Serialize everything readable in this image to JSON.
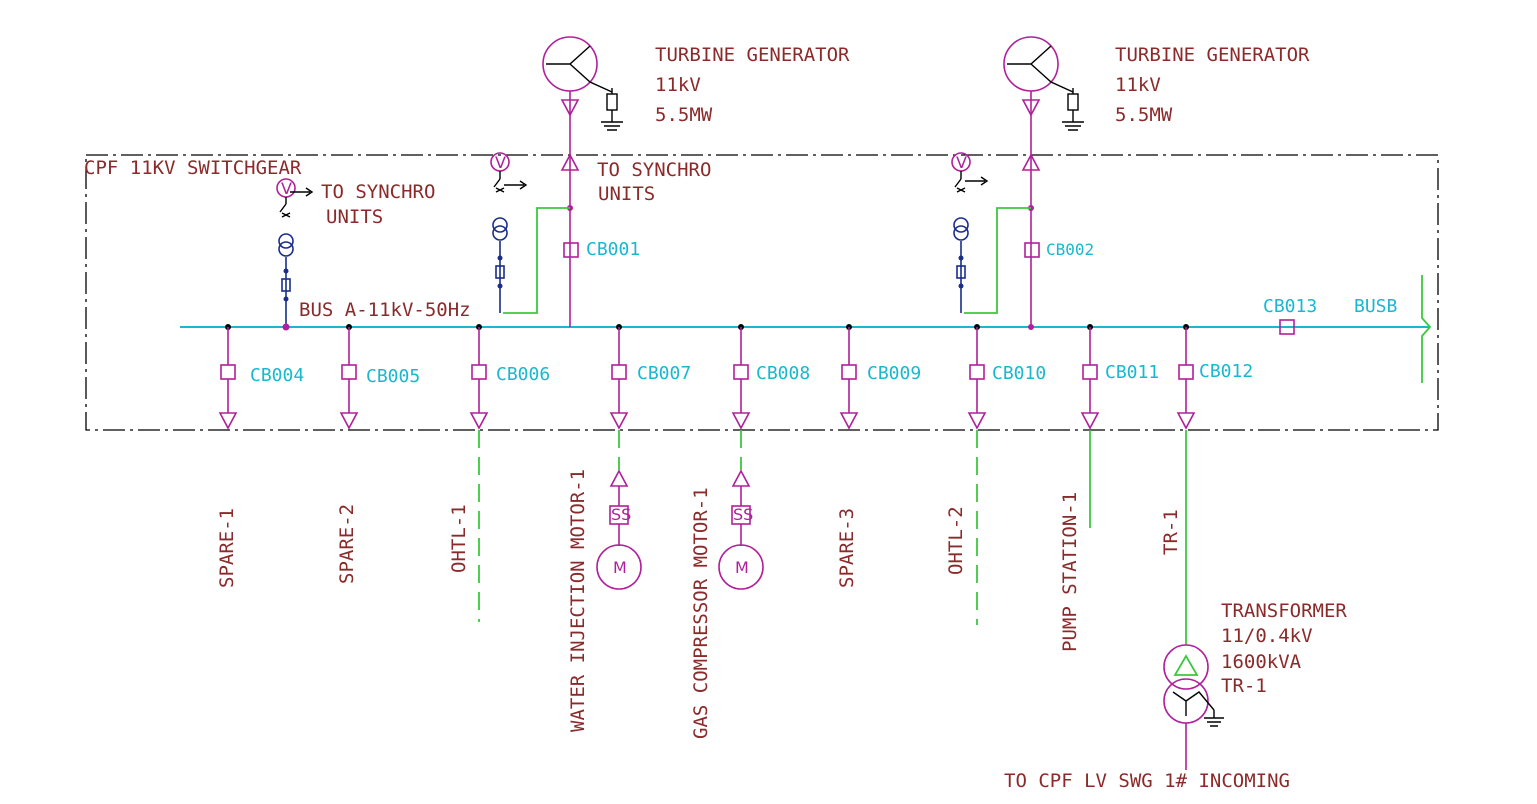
{
  "switchgear": {
    "title": "CPF 11KV SWITCHGEAR",
    "bus_label": "BUS A-11kV-50Hz",
    "busb_label": "BUSB",
    "bus_coupler": "CB013"
  },
  "generators": [
    {
      "name": "TURBINE GENERATOR",
      "voltage": "11kV",
      "power": "5.5MW",
      "breaker": "CB002"
    },
    {
      "name": "TURBINE GENERATOR",
      "voltage": "11kV",
      "power": "5.5MW",
      "breaker": "CB001"
    }
  ],
  "synchro": [
    {
      "line1": "TO SYNCHRO",
      "line2": "UNITS"
    },
    {
      "line1": "TO SYNCHRO",
      "line2": "UNITS"
    }
  ],
  "vt_symbol": "V",
  "feeders": [
    {
      "breaker": "CB004",
      "load": "SPARE-1"
    },
    {
      "breaker": "CB005",
      "load": "SPARE-2"
    },
    {
      "breaker": "CB006",
      "load": "OHTL-1"
    },
    {
      "breaker": "CB007",
      "load": "WATER INJECTION MOTOR-1"
    },
    {
      "breaker": "CB008",
      "load": "GAS COMPRESSOR MOTOR-1"
    },
    {
      "breaker": "CB009",
      "load": "SPARE-3"
    },
    {
      "breaker": "CB010",
      "load": "OHTL-2"
    },
    {
      "breaker": "CB011",
      "load": "PUMP STATION-1"
    },
    {
      "breaker": "CB012",
      "load": "TR-1"
    }
  ],
  "motor_symbol": "M",
  "soft_starter_symbol": "SS",
  "transformer": {
    "title": "TRANSFORMER",
    "ratio": "11/0.4kV",
    "rating": "1600kVA",
    "tag": "TR-1",
    "destination": "TO CPF LV SWG 1# INCOMING"
  }
}
